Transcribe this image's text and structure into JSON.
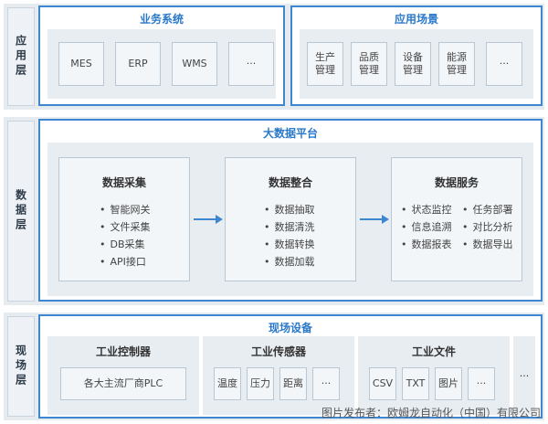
{
  "layers": [
    {
      "label": "应用层"
    },
    {
      "label": "数据层"
    },
    {
      "label": "现场层"
    }
  ],
  "app": {
    "business": {
      "title": "业务系统",
      "items": [
        "MES",
        "ERP",
        "WMS",
        "···"
      ]
    },
    "scenes": {
      "title": "应用场景",
      "items": [
        "生产管理",
        "品质管理",
        "设备管理",
        "能源管理",
        "···"
      ]
    }
  },
  "platform": {
    "title": "大数据平台",
    "collect": {
      "title": "数据采集",
      "items": [
        "智能网关",
        "文件采集",
        "DB采集",
        "API接口"
      ]
    },
    "integrate": {
      "title": "数据整合",
      "items": [
        "数据抽取",
        "数据清洗",
        "数据转换",
        "数据加载"
      ]
    },
    "service": {
      "title": "数据服务",
      "items": [
        "状态监控",
        "任务部署",
        "信息追溯",
        "对比分析",
        "数据报表",
        "数据导出"
      ]
    }
  },
  "field": {
    "title": "现场设备",
    "controller": {
      "title": "工业控制器",
      "item": "各大主流厂商PLC"
    },
    "sensor": {
      "title": "工业传感器",
      "items": [
        "温度",
        "压力",
        "距离",
        "···"
      ]
    },
    "file": {
      "title": "工业文件",
      "items": [
        "CSV",
        "TXT",
        "图片",
        "···"
      ]
    },
    "more": "···"
  },
  "watermark": "图片发布者：欧姆龙自动化（中国）有限公司",
  "colors": {
    "accent": "#3f86d1",
    "title": "#2a78c9",
    "panel": "#e8edf2"
  }
}
